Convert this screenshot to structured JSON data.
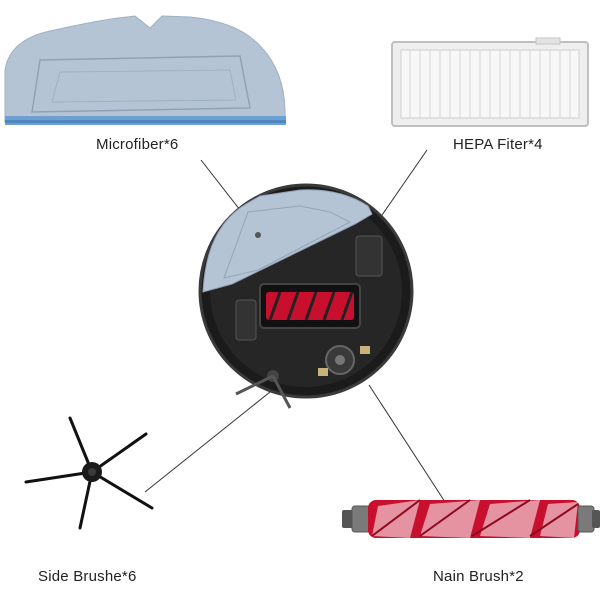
{
  "labels": {
    "microfiber": "Microfiber*6",
    "hepa": "HEPA Fiter*4",
    "side_brush": "Side Brushe*6",
    "main_brush": "Nain Brush*2"
  },
  "colors": {
    "mop_cloth": "#aebfd0",
    "mop_edge": "#6f9fd0",
    "filter_frame": "#d8d8d8",
    "robot_body": "#1b1b1b",
    "brush_red": "#c8102e",
    "leader_line": "#333333"
  }
}
